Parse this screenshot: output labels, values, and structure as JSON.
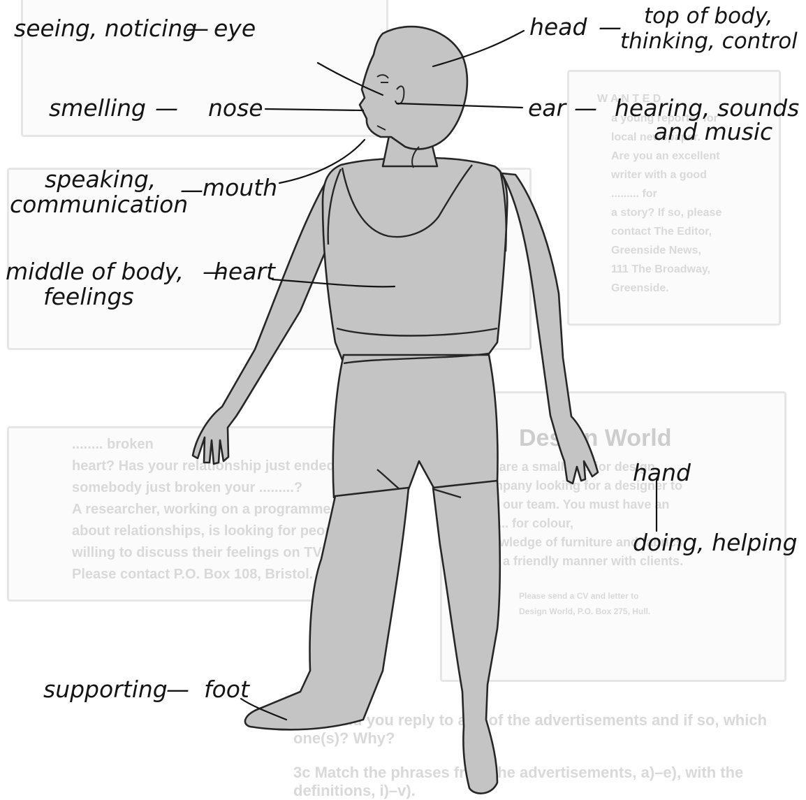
{
  "labels": {
    "eye": {
      "word": "eye",
      "meaning": "seeing, noticing",
      "dash": "—"
    },
    "head": {
      "word": "head",
      "meaning_line1": "top of body,",
      "meaning_line2": "thinking, control",
      "dash": "—"
    },
    "nose": {
      "word": "nose",
      "meaning": "smelling",
      "dash": "—"
    },
    "ear": {
      "word": "ear",
      "meaning_line1": "hearing, sounds",
      "meaning_line2": "and music",
      "dash": "—"
    },
    "mouth": {
      "word": "mouth",
      "meaning_line1": "speaking,",
      "meaning_line2": "communication",
      "dash": "—"
    },
    "heart": {
      "word": "heart",
      "meaning_line1": "middle of body,",
      "meaning_line2": "feelings",
      "dash": "—"
    },
    "hand": {
      "word": "hand",
      "meaning": "doing, helping"
    },
    "foot": {
      "word": "foot",
      "meaning": "supporting",
      "dash": "—"
    }
  },
  "background": {
    "ad_b_heading": "W A N T E D",
    "ad_b_lines": [
      "a young reporter for",
      "local newspaper.",
      "Are you an excellent",
      "writer with a good",
      "......... for",
      "a story? If so, please",
      "contact The Editor,",
      "Greenside News,",
      "111 The Broadway,",
      "Greenside."
    ],
    "ad_d_heading": "Design World",
    "ad_d_lines": [
      "We are a small interior design",
      "company looking for a designer to",
      "join our team. You must have an",
      "......... for colour,",
      "knowledge of furniture and fabrics",
      "and a friendly manner with clients."
    ],
    "ad_d_footer": [
      "Please send a CV and letter to",
      "Design World, P.O. Box 275, Hull."
    ],
    "ad_e_lines": [
      "........ broken",
      "heart? Has your relationship just ended? Has",
      "somebody just broken your .........?",
      "A researcher, working on a programme",
      "about relationships, is looking for people",
      "willing to discuss their feelings on TV.",
      "Please contact P.O. Box 108, Bristol."
    ],
    "q3b": "3b Would you reply to any of the advertisements and if so, which one(s)? Why?",
    "q3c": "3c Match the phrases from the advertisements, a)–e), with the definitions, i)–v)."
  },
  "colors": {
    "ink": "#141414",
    "figure_fill": "#c4c4c4",
    "ghost": "#d9d9d9"
  }
}
